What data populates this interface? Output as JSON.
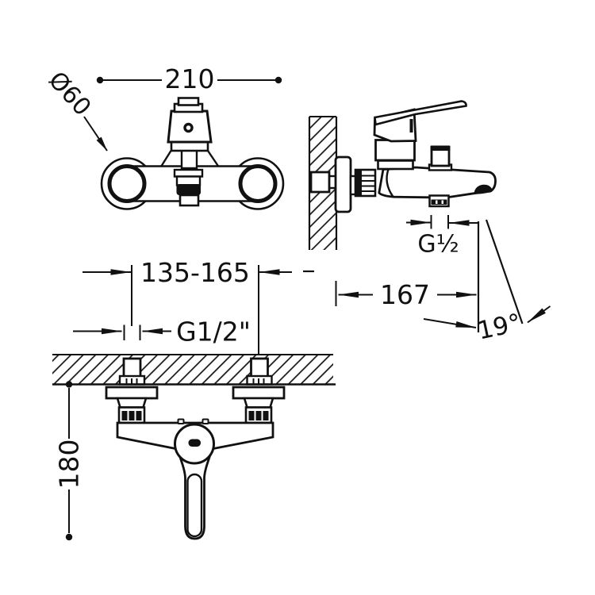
{
  "colors": {
    "ink": "#111111",
    "background": "#ffffff"
  },
  "drawing": {
    "kind": "dimensioned technical drawing",
    "subject": "wall-mounted single-lever bath/shower mixer tap",
    "views": [
      "front-view",
      "side-view",
      "bottom-view"
    ]
  },
  "dimensions": {
    "overall_width": "210",
    "escutcheon_diameter": "Ø60",
    "shower_outlet_thread": "G½",
    "wall_to_spout_tip": "167",
    "spout_angle": "19°",
    "inlet_centre_distance": "135-165",
    "inlet_thread": "G1/2\"",
    "overall_height": "180"
  }
}
